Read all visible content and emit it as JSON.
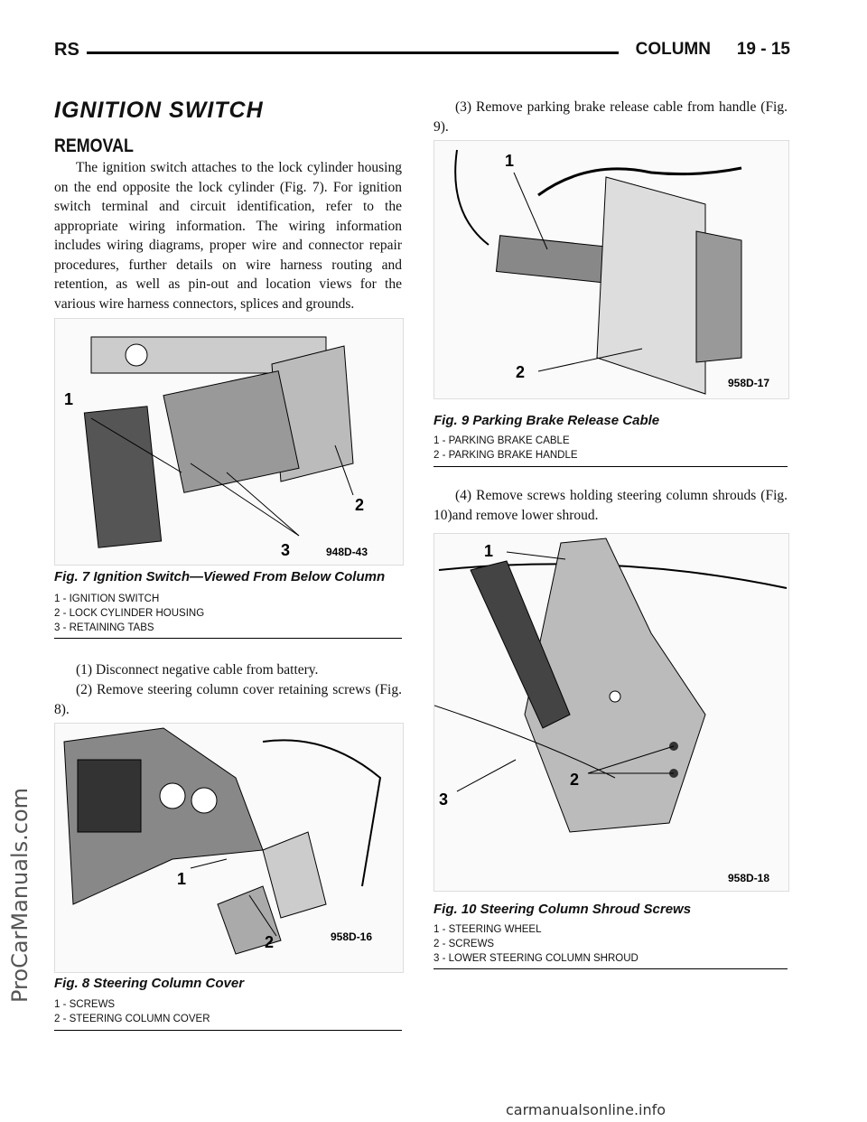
{
  "header": {
    "left": "RS",
    "section": "COLUMN",
    "page": "19 - 15"
  },
  "watermark": "ProCarManuals.com",
  "footer": "carmanualsonline.info",
  "title": "IGNITION SWITCH",
  "subtitle": "REMOVAL",
  "intro": "The ignition switch attaches to the lock cylinder housing on the end opposite the lock cylinder (Fig. 7). For ignition switch terminal and circuit identification, refer to the appropriate wiring information. The wiring information includes wiring diagrams, proper wire and connector repair procedures, further details on wire harness routing and retention, as well as pin-out and location views for the various wire harness connectors, splices and grounds.",
  "steps": {
    "s1": "(1) Disconnect negative cable from battery.",
    "s2": "(2) Remove steering column cover retaining screws (Fig. 8).",
    "s3": "(3) Remove parking brake release cable from handle (Fig. 9).",
    "s4": "(4) Remove screws holding steering column shrouds (Fig. 10)and remove lower shroud."
  },
  "figures": {
    "fig7": {
      "id": "948D-43",
      "caption": "Fig. 7 Ignition Switch—Viewed From Below Column",
      "legend": [
        "1 - IGNITION SWITCH",
        "2 - LOCK CYLINDER HOUSING",
        "3 - RETAINING TABS"
      ]
    },
    "fig8": {
      "id": "958D-16",
      "caption": "Fig. 8 Steering Column Cover",
      "legend": [
        "1 - SCREWS",
        "2 - STEERING COLUMN COVER"
      ]
    },
    "fig9": {
      "id": "958D-17",
      "caption": "Fig. 9 Parking Brake Release Cable",
      "legend": [
        "1 - PARKING BRAKE CABLE",
        "2 - PARKING BRAKE HANDLE"
      ]
    },
    "fig10": {
      "id": "958D-18",
      "caption": "Fig. 10 Steering Column Shroud Screws",
      "legend": [
        "1 - STEERING WHEEL",
        "2 - SCREWS",
        "3 - LOWER STEERING COLUMN SHROUD"
      ]
    }
  },
  "callouts": {
    "c1": "1",
    "c2": "2",
    "c3": "3"
  }
}
